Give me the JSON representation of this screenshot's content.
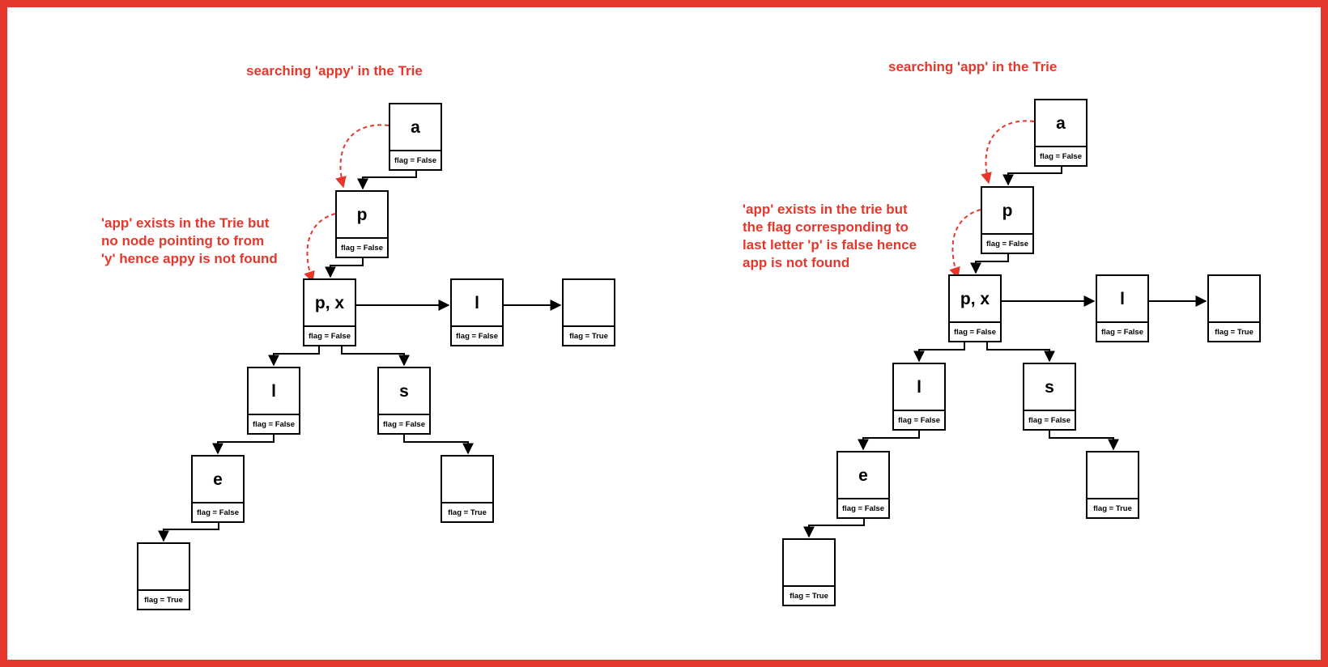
{
  "colors": {
    "accent": "#e5372c",
    "stroke": "#000000"
  },
  "left": {
    "title": "searching 'appy' in the Trie",
    "note": [
      "'app' exists in the Trie but",
      "no node pointing to from",
      "'y' hence appy is not found"
    ],
    "nodes": {
      "a": {
        "letter": "a",
        "flag": "flag = False"
      },
      "p": {
        "letter": "p",
        "flag": "flag = False"
      },
      "px": {
        "letter": "p, x",
        "flag": "flag = False"
      },
      "l1": {
        "letter": "l",
        "flag": "flag = False"
      },
      "e1": {
        "letter": "",
        "flag": "flag = True"
      },
      "l2": {
        "letter": "l",
        "flag": "flag = False"
      },
      "s": {
        "letter": "s",
        "flag": "flag = False"
      },
      "e": {
        "letter": "e",
        "flag": "flag = False"
      },
      "e2": {
        "letter": "",
        "flag": "flag = True"
      },
      "e3": {
        "letter": "",
        "flag": "flag = True"
      }
    }
  },
  "right": {
    "title": "searching 'app' in the Trie",
    "note": [
      "'app' exists in the trie but",
      "the flag corresponding to",
      "last letter 'p' is false hence",
      "app is not found"
    ],
    "nodes": {
      "a": {
        "letter": "a",
        "flag": "flag = False"
      },
      "p": {
        "letter": "p",
        "flag": "flag = False"
      },
      "px": {
        "letter": "p, x",
        "flag": "flag = False"
      },
      "l1": {
        "letter": "l",
        "flag": "flag = False"
      },
      "e1": {
        "letter": "",
        "flag": "flag = True"
      },
      "l2": {
        "letter": "l",
        "flag": "flag = False"
      },
      "s": {
        "letter": "s",
        "flag": "flag = False"
      },
      "e": {
        "letter": "e",
        "flag": "flag = False"
      },
      "e2": {
        "letter": "",
        "flag": "flag = True"
      },
      "e3": {
        "letter": "",
        "flag": "flag = True"
      }
    }
  }
}
